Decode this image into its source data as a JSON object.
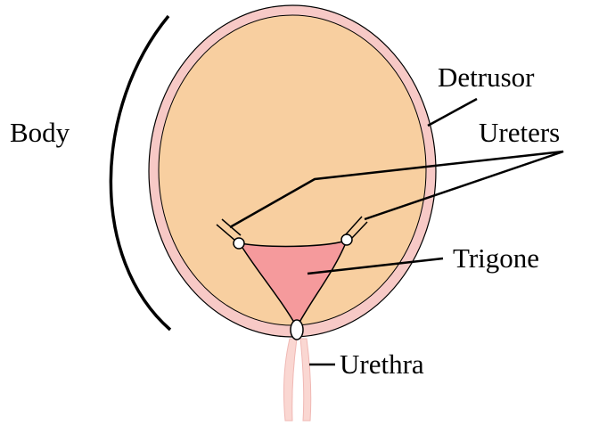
{
  "labels": {
    "body": "Body",
    "detrusor": "Detrusor",
    "ureters": "Ureters",
    "trigone": "Trigone",
    "urethra": "Urethra"
  },
  "colors": {
    "wall": "#f7c9c6",
    "lumen": "#f8cfa0",
    "trigone": "#f59a9c",
    "urethra": "#fad7d2",
    "outline": "#000000"
  }
}
